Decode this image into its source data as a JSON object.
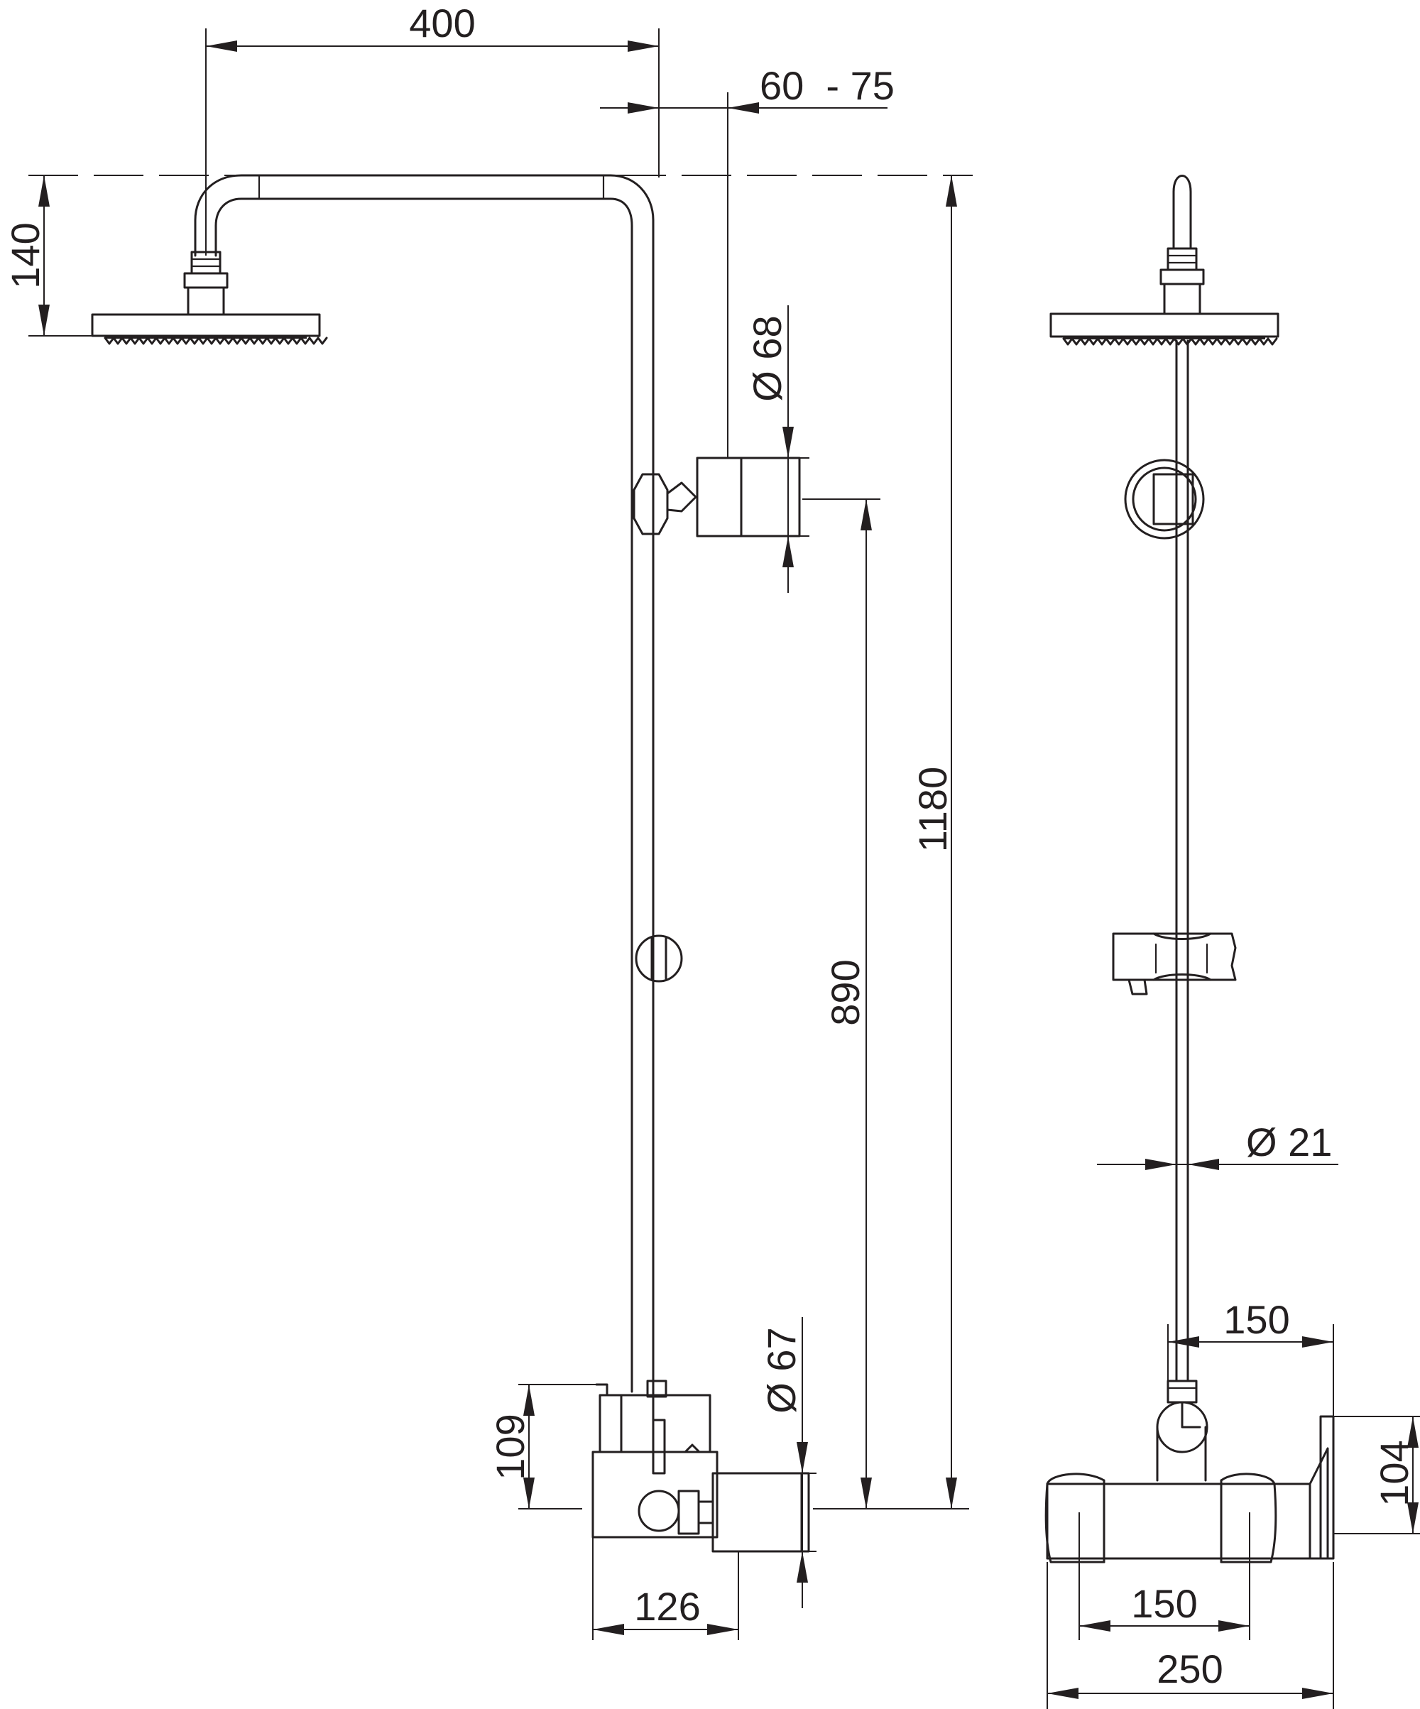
{
  "dimensions": {
    "arm_reach": "400",
    "wall_distance": "60  - 75",
    "head_drop": "140",
    "hand_shower_holder_diameter": "Ø 68",
    "total_height": "1180",
    "holder_height": "890",
    "valve_diameter": "Ø 67",
    "outlet_height": "109",
    "valve_depth": "126",
    "rail_diameter": "Ø 21",
    "rail_offset": "150",
    "lever_height": "104",
    "connection_spacing": "150",
    "valve_width": "250"
  },
  "colors": {
    "line": "#231f20",
    "background": "#ffffff"
  }
}
